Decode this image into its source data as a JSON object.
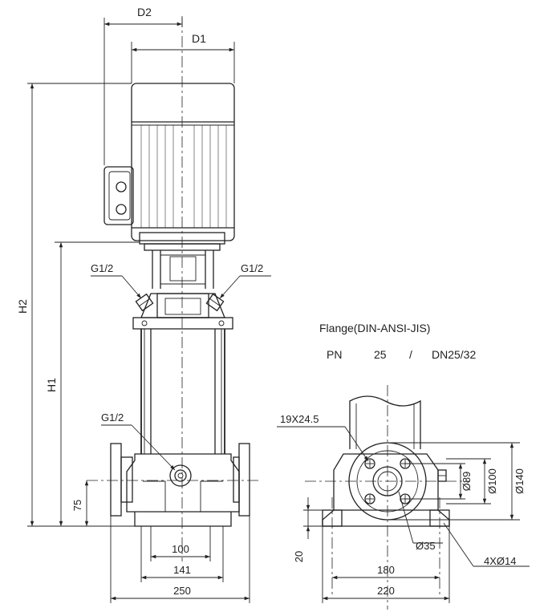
{
  "dimensions": {
    "d2": "D2",
    "d1": "D1",
    "h2": "H2",
    "h1": "H1",
    "h75": "75",
    "w100": "100",
    "w141": "141",
    "w250": "250",
    "h20": "20",
    "w180": "180",
    "w220": "220"
  },
  "ports": {
    "left_vent": "G1/2",
    "right_vent": "G1/2",
    "drain": "G1/2"
  },
  "flange": {
    "title": "Flange(DIN-ANSI-JIS)",
    "pn_label": "PN",
    "pn_value": "25",
    "separator": "/",
    "dn_value": "DN25/32",
    "slot": "19X24.5",
    "d89": "Ø89",
    "d100": "Ø100",
    "d140": "Ø140",
    "d35": "Ø35",
    "holes": "4XØ14"
  }
}
